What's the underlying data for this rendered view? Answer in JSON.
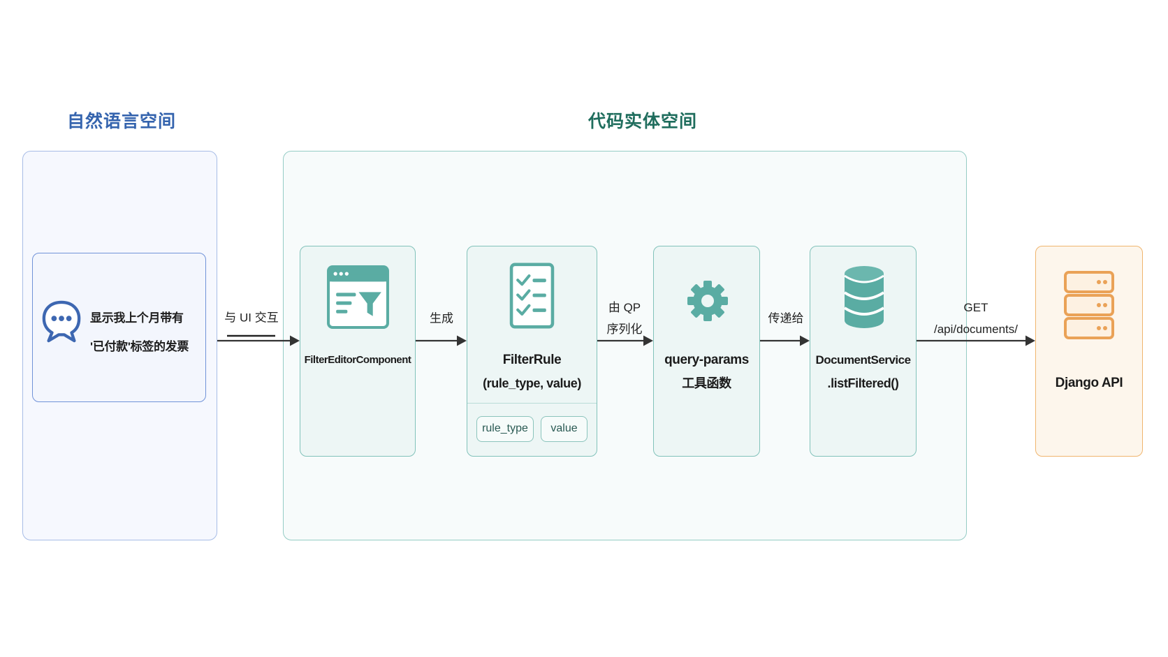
{
  "colors": {
    "nl_accent": "#3564ae",
    "code_accent": "#1f6d5d",
    "teal_icon": "#5aaca3",
    "teal_border": "#82c2ba",
    "orange_accent": "#eaa257",
    "arrow": "#333333"
  },
  "natural_language_space": {
    "title": "自然语言空间",
    "query_card": {
      "icon": "chat-bubble-icon",
      "lines": [
        "显示我上个月带有",
        "'已付款'标签的发票"
      ]
    }
  },
  "code_entity_space": {
    "title": "代码实体空间",
    "nodes": {
      "filter_editor": {
        "icon": "filter-window-icon",
        "label": "FilterEditorComponent"
      },
      "filter_rule": {
        "icon": "checklist-icon",
        "title": "FilterRule",
        "subtitle": "(rule_type, value)",
        "fields": [
          "rule_type",
          "value"
        ]
      },
      "query_params": {
        "icon": "gear-icon",
        "title": "query-params",
        "subtitle": "工具函数"
      },
      "document_service": {
        "icon": "database-icon",
        "title": "DocumentService",
        "subtitle": ".listFiltered()"
      }
    }
  },
  "external": {
    "django_api": {
      "icon": "server-icon",
      "label": "Django API"
    }
  },
  "edges": [
    {
      "label": [
        "与 UI 交互"
      ]
    },
    {
      "label": [
        "生成"
      ]
    },
    {
      "label": [
        "由 QP",
        "序列化"
      ]
    },
    {
      "label": [
        "传递给"
      ]
    },
    {
      "label": [
        "GET",
        "/api/documents/"
      ]
    }
  ]
}
